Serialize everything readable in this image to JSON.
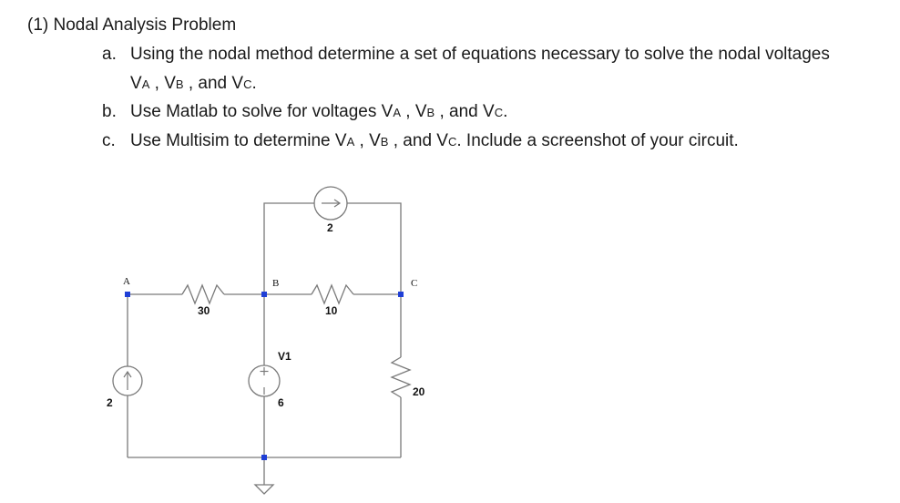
{
  "problem": {
    "heading": "(1)  Nodal Analysis Problem",
    "items": [
      {
        "marker": "a.",
        "line1": "Using the nodal method determine a set of equations necessary to solve the nodal voltages",
        "line2": {
          "v1": "V",
          "s1": "A",
          "sep1": " , ",
          "v2": "V",
          "s2": "B",
          "sep2": " , and ",
          "v3": "V",
          "s3": "C",
          "end": "."
        }
      },
      {
        "marker": "b.",
        "text": {
          "pre": "Use Matlab to solve for voltages ",
          "v1": "V",
          "s1": "A",
          "sep1": " , ",
          "v2": "V",
          "s2": "B",
          "sep2": " , and ",
          "v3": "V",
          "s3": "C",
          "end": "."
        }
      },
      {
        "marker": "c.",
        "text": {
          "pre": "Use Multisim to determine ",
          "v1": "V",
          "s1": "A",
          "sep1": " , ",
          "v2": "V",
          "s2": "B",
          "sep2": " , and ",
          "v3": "V",
          "s3": "C",
          "end": ".  Include a screenshot of your circuit."
        }
      }
    ]
  },
  "circuit": {
    "nodes": {
      "a": "A",
      "b": "B",
      "c": "C"
    },
    "components": {
      "r_ab": "30",
      "r_bc": "10",
      "r_c_gnd": "20",
      "i_top": "2",
      "i_left": "2",
      "v_src_name": "V1",
      "v_src_value": "6",
      "v_plus": "+",
      "v_minus": "−"
    },
    "colors": {
      "wire": "#7a7a7a",
      "node": "#1f3fd6",
      "text": "#111111"
    }
  }
}
